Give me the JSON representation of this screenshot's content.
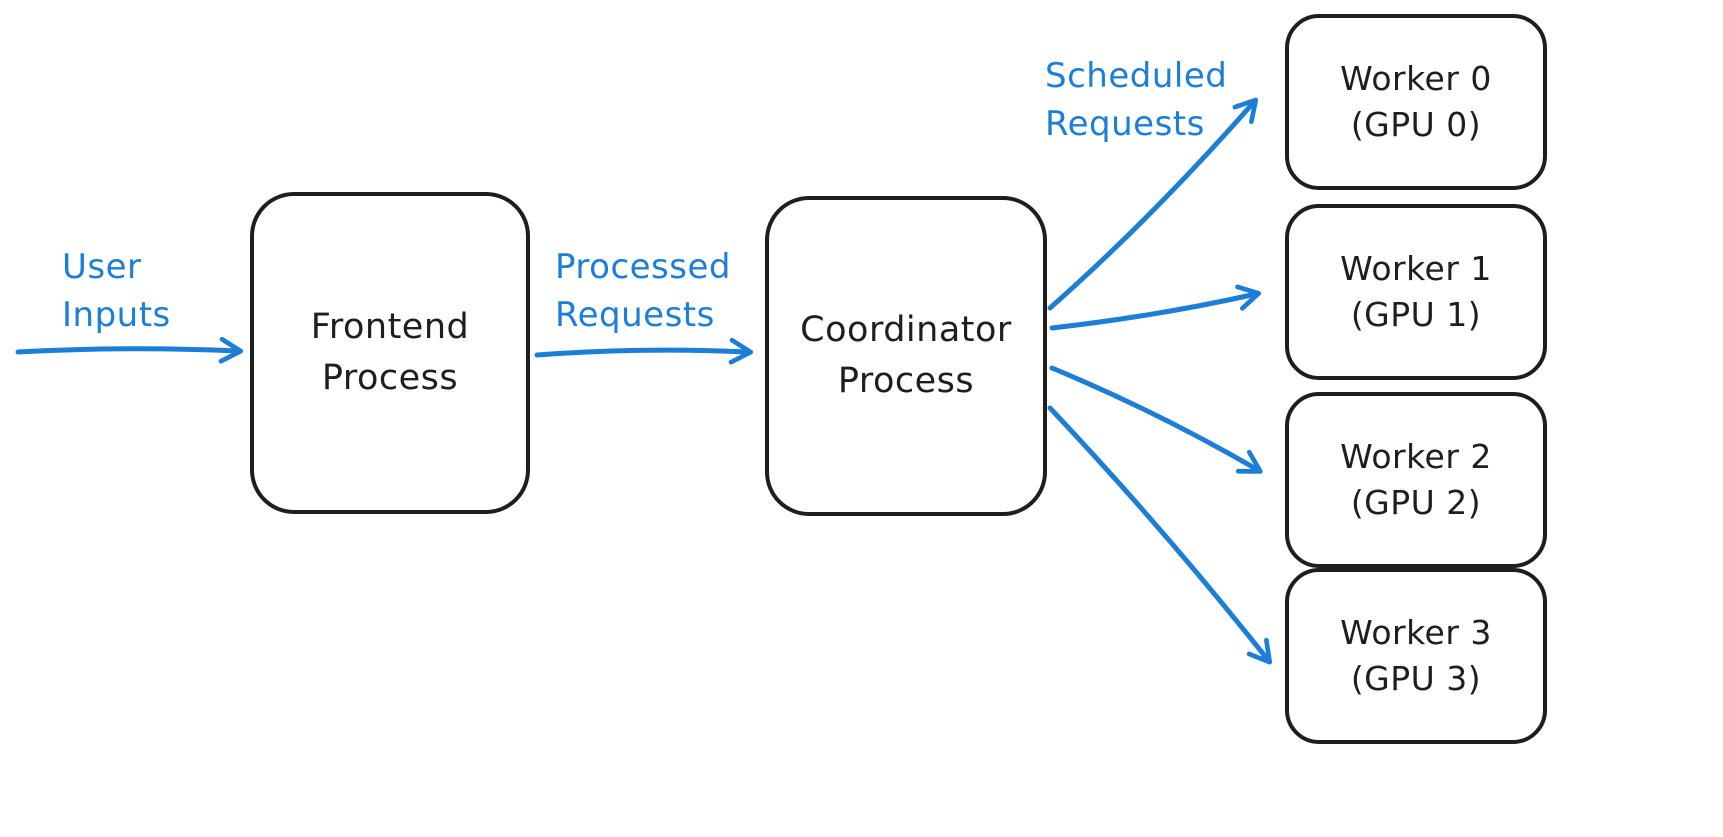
{
  "colors": {
    "accent": "#1c7ed6",
    "ink": "#1e1e1e",
    "background": "#ffffff"
  },
  "labels": {
    "user_inputs": "User\nInputs",
    "processed_requests": "Processed\nRequests",
    "scheduled_requests": "Scheduled\nRequests"
  },
  "nodes": {
    "frontend": "Frontend\nProcess",
    "coordinator": "Coordinator\nProcess",
    "workers": [
      {
        "label": "Worker 0\n(GPU 0)"
      },
      {
        "label": "Worker 1\n(GPU 1)"
      },
      {
        "label": "Worker 2\n(GPU 2)"
      },
      {
        "label": "Worker 3\n(GPU 3)"
      }
    ]
  }
}
